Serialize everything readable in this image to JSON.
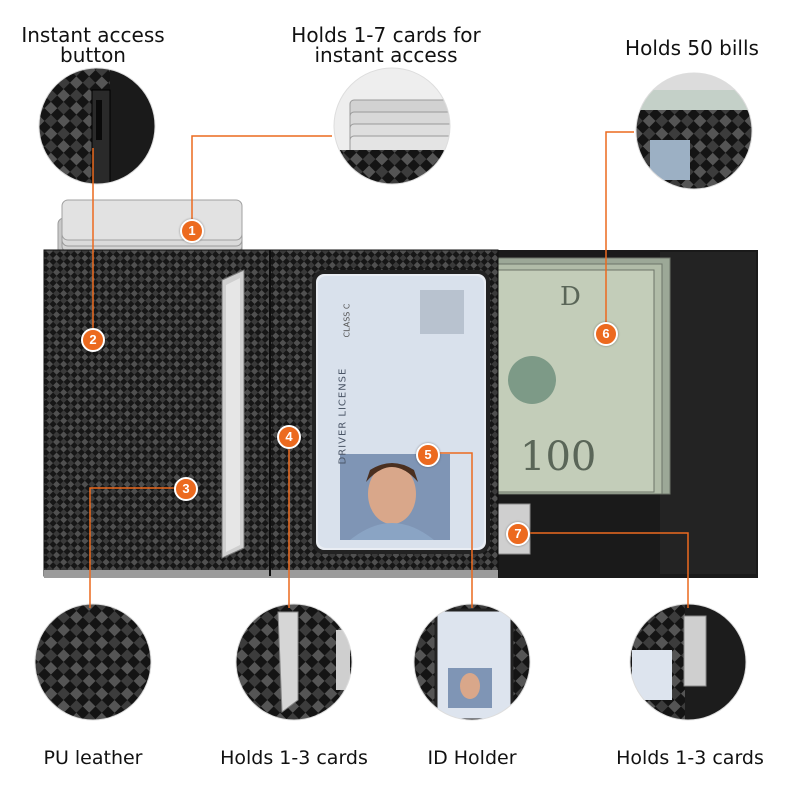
{
  "labels": {
    "instant_access_line1": "Instant access",
    "instant_access_line2": "button",
    "cards_instant_line1": "Holds 1-7 cards for",
    "cards_instant_line2": "instant access",
    "bills": "Holds 50 bills",
    "pu_leather": "PU leather",
    "holds_cards_left": "Holds 1-3 cards",
    "id_holder": "ID Holder",
    "holds_cards_right": "Holds 1-3 cards"
  },
  "markers": [
    "1",
    "2",
    "3",
    "4",
    "5",
    "6",
    "7"
  ],
  "license": {
    "class": "CLASS C",
    "title": "DRIVER LICENSE"
  },
  "colors": {
    "accent": "#ec6a1f",
    "carbon_dark": "#1a1a1a",
    "carbon_light": "#4a4a4a",
    "leather": "#171717",
    "bill_green": "#a9b6a0"
  }
}
